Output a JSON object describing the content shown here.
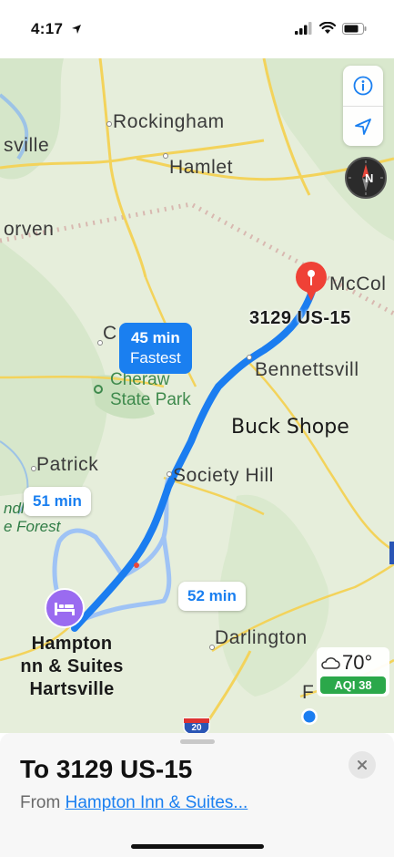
{
  "status_bar": {
    "time": "4:17"
  },
  "map": {
    "towns": [
      "Rockingham",
      "sville",
      "Hamlet",
      "orven",
      "McCol",
      "C",
      "Bennettsvill",
      "Patrick",
      "Society Hill",
      "Darlington",
      "F"
    ],
    "park": [
      "Cheraw",
      "State Park"
    ],
    "forest": [
      "ndl",
      "e Forest"
    ],
    "poi_label": "Buck Shope",
    "destination_label": "3129 US-15",
    "origin_label": [
      "Hampton",
      "nn & Suites",
      "Hartsville"
    ],
    "interstate": "20",
    "route_main": {
      "time": "45 min",
      "tag": "Fastest"
    },
    "route_alt1": {
      "time": "51 min"
    },
    "route_alt2": {
      "time": "52 min"
    },
    "controls": {
      "info_icon": "info-icon",
      "location_icon": "location-arrow-icon"
    },
    "compass_letter": "N",
    "weather": {
      "temp": "70°",
      "aqi": "AQI 38"
    }
  },
  "sheet": {
    "title": "To 3129 US-15",
    "from_prefix": "From ",
    "from_link": "Hampton Inn & Suites..."
  }
}
